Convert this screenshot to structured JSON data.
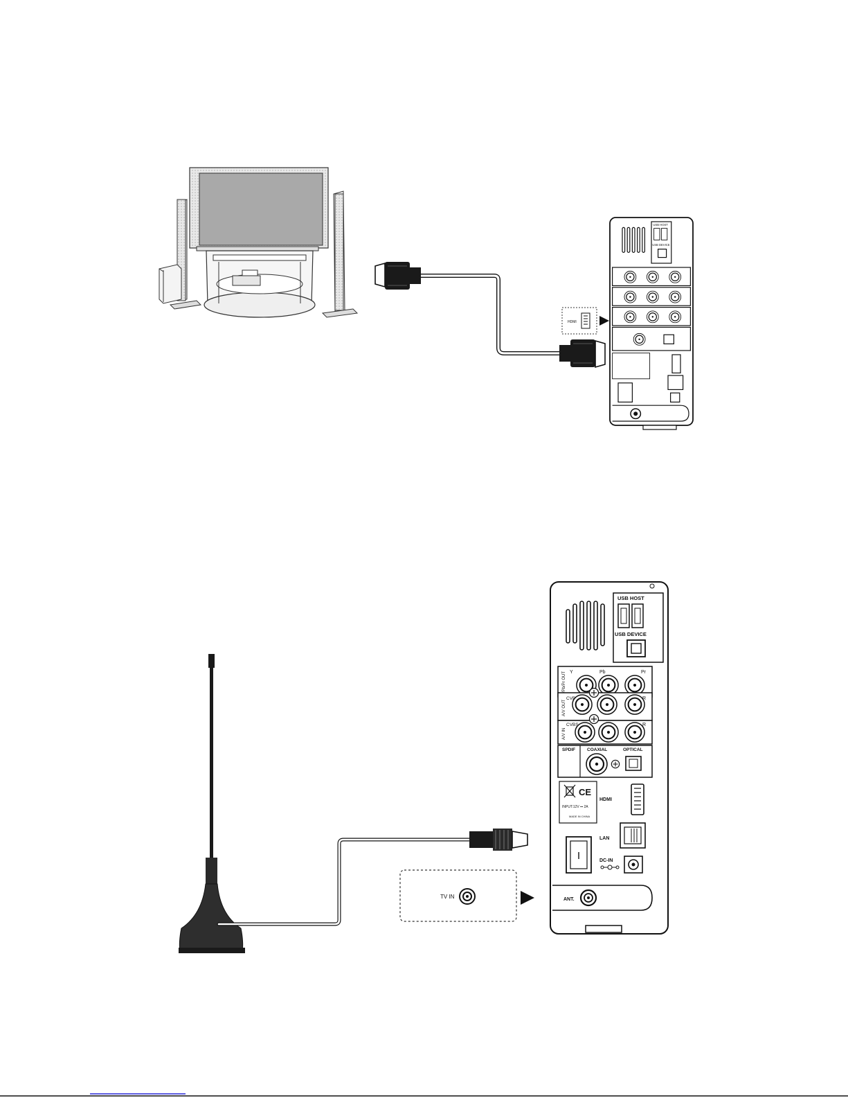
{
  "diagram_top": {
    "hdmi_callout_label": "HDMI"
  },
  "diagram_bottom": {
    "tv_in_label": "TV IN"
  },
  "device_panel": {
    "usb_host": "USB HOST",
    "usb_device": "USB DEVICE",
    "ypbpr_out": "Y/Pb/Pr OUT",
    "y": "Y",
    "pb": "Pb",
    "pr": "Pr",
    "av_out": "A/V OUT",
    "av_in": "A/V IN",
    "cvbs": "CVBS",
    "l": "L",
    "r": "R",
    "spdif": "SPDIF",
    "coaxial": "COAXIAL",
    "optical": "OPTICAL",
    "hdmi": "HDMI",
    "input_rating": "INPUT:12V ⎓ 2A",
    "made_in": "MADE IN CHINA",
    "lan": "LAN",
    "dc_in": "DC-IN",
    "ant": "ANT."
  },
  "colors": {
    "line": "#111111",
    "cable_fill": "#ffffff",
    "connector": "#1a1a1a",
    "tv_screen": "#a9a9a9",
    "panel_bg": "#ffffff"
  }
}
